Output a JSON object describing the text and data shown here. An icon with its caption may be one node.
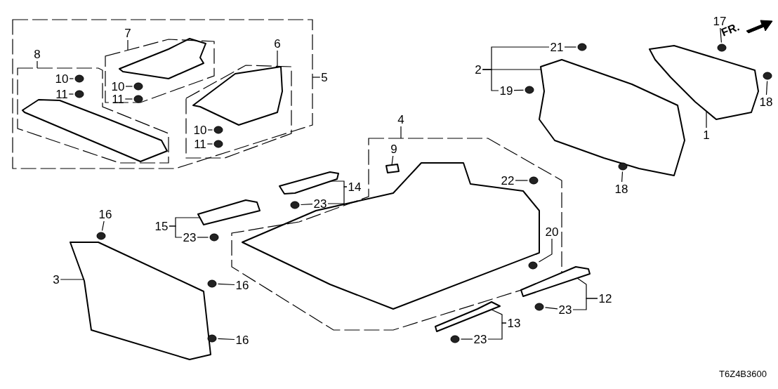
{
  "diagram": {
    "nodes": [
      {
        "text": [],
        "shape": "box"
      },
      {
        "text": [
          "8"
        ],
        "in": 0
      },
      {
        "text": [],
        "shape": "box",
        "in": 0
      },
      {
        "text": [
          "10"
        ],
        "in": 2
      },
      {
        "text": [],
        "shape": "circle",
        "in": 2
      },
      {
        "text": [
          "11"
        ],
        "in": 2
      },
      {
        "text": [],
        "shape": "circle",
        "in": 2
      },
      {
        "text": [
          "7"
        ],
        "in": 0
      },
      {
        "text": [],
        "shape": "box",
        "in": 0
      },
      {
        "text": [
          "10"
        ],
        "in": 8
      },
      {
        "text": [],
        "shape": "circle",
        "in": 8
      },
      {
        "text": [
          "11"
        ],
        "in": 8
      },
      {
        "text": [],
        "shape": "circle",
        "in": 8
      },
      {
        "text": [
          "6"
        ],
        "in": 0
      },
      {
        "text": [],
        "shape": "box",
        "in": 0
      },
      {
        "text": [
          "10"
        ],
        "in": 14
      },
      {
        "text": [],
        "shape": "circle",
        "in": 14
      },
      {
        "text": [
          "11"
        ],
        "in": 14
      },
      {
        "text": [],
        "shape": "circle",
        "in": 14
      },
      {
        "text": [
          "5"
        ]
      },
      {
        "text": [
          "21"
        ]
      },
      {
        "text": [],
        "shape": "circle"
      },
      {
        "text": [
          "2"
        ]
      },
      {
        "text": [],
        "shape": "picture"
      },
      {
        "text": [
          "19"
        ]
      },
      {
        "text": [],
        "shape": "circle"
      },
      {
        "text": [
          "17"
        ]
      },
      {
        "text": [],
        "shape": "circle"
      },
      {
        "text": [],
        "shape": "picture"
      },
      {
        "text": [
          "18"
        ]
      },
      {
        "text": [],
        "shape": "circle"
      },
      {
        "text": [
          "1"
        ]
      },
      {
        "text": [],
        "shape": "circle"
      },
      {
        "text": [
          "18"
        ]
      },
      {
        "text": [
          "4"
        ]
      },
      {
        "text": [],
        "shape": "box"
      },
      {
        "text": [
          "9"
        ],
        "in": 35
      },
      {
        "text": [],
        "shape": "box",
        "in": 35
      },
      {
        "text": [
          "22"
        ],
        "in": 35
      },
      {
        "text": [],
        "shape": "circle",
        "in": 35
      },
      {
        "text": [
          "20"
        ],
        "in": 35
      },
      {
        "text": [],
        "shape": "circle",
        "in": 35
      },
      {
        "text": [],
        "shape": "picture"
      },
      {
        "text": [
          "14"
        ]
      },
      {
        "text": [],
        "shape": "circle"
      },
      {
        "text": [
          "23"
        ]
      },
      {
        "text": [],
        "shape": "picture"
      },
      {
        "text": [
          "15"
        ]
      },
      {
        "text": [
          "23"
        ]
      },
      {
        "text": [],
        "shape": "circle"
      },
      {
        "text": [
          "16"
        ]
      },
      {
        "text": [],
        "shape": "circle"
      },
      {
        "text": [
          "3"
        ]
      },
      {
        "text": [],
        "shape": "picture"
      },
      {
        "text": [],
        "shape": "circle"
      },
      {
        "text": [
          "16"
        ]
      },
      {
        "text": [],
        "shape": "picture"
      },
      {
        "text": [
          "12"
        ]
      },
      {
        "text": [],
        "shape": "circle"
      },
      {
        "text": [
          "23"
        ]
      },
      {
        "text": [],
        "shape": "picture"
      },
      {
        "text": [
          "13"
        ]
      },
      {
        "text": [],
        "shape": "circle"
      },
      {
        "text": [
          "23"
        ]
      },
      {
        "text": [],
        "shape": "circle"
      },
      {
        "text": [
          "16"
        ]
      }
    ],
    "edges": [
      {
        "from": 1,
        "to": 2,
        "arrow": "none"
      },
      {
        "from": 3,
        "to": 4,
        "arrow": "none"
      },
      {
        "from": 5,
        "to": 6,
        "arrow": "none"
      },
      {
        "from": 7,
        "to": 8,
        "arrow": "none"
      },
      {
        "from": 9,
        "to": 10,
        "arrow": "none"
      },
      {
        "from": 11,
        "to": 12,
        "arrow": "none"
      },
      {
        "from": 13,
        "to": 14,
        "arrow": "none"
      },
      {
        "from": 15,
        "to": 16,
        "arrow": "none"
      },
      {
        "from": 17,
        "to": 18,
        "arrow": "none"
      },
      {
        "from": 19,
        "to": 0,
        "arrow": "none"
      },
      {
        "from": 20,
        "to": 21,
        "arrow": "none"
      },
      {
        "from": 22,
        "to": 23,
        "arrow": "none"
      },
      {
        "from": 22,
        "to": 20,
        "arrow": "none"
      },
      {
        "from": 22,
        "to": 24,
        "arrow": "none"
      },
      {
        "from": 24,
        "to": 25,
        "arrow": "none"
      },
      {
        "from": 26,
        "to": 27,
        "arrow": "none"
      },
      {
        "from": 31,
        "to": 28,
        "arrow": "none"
      },
      {
        "from": 29,
        "to": 30,
        "arrow": "none"
      },
      {
        "from": 33,
        "to": 32,
        "arrow": "none"
      },
      {
        "from": 34,
        "to": 35,
        "arrow": "none"
      },
      {
        "from": 36,
        "to": 37,
        "arrow": "none"
      },
      {
        "from": 38,
        "to": 39,
        "arrow": "none"
      },
      {
        "from": 40,
        "to": 41,
        "arrow": "none"
      },
      {
        "from": 43,
        "to": 42,
        "arrow": "none"
      },
      {
        "from": 43,
        "to": 45,
        "arrow": "none"
      },
      {
        "from": 45,
        "to": 44,
        "arrow": "none"
      },
      {
        "from": 47,
        "to": 46,
        "arrow": "none"
      },
      {
        "from": 47,
        "to": 48,
        "arrow": "none"
      },
      {
        "from": 48,
        "to": 49,
        "arrow": "none"
      },
      {
        "from": 50,
        "to": 51,
        "arrow": "none"
      },
      {
        "from": 52,
        "to": 53,
        "arrow": "none"
      },
      {
        "from": 55,
        "to": 54,
        "arrow": "none"
      },
      {
        "from": 57,
        "to": 56,
        "arrow": "none"
      },
      {
        "from": 57,
        "to": 59,
        "arrow": "none"
      },
      {
        "from": 59,
        "to": 58,
        "arrow": "none"
      },
      {
        "from": 61,
        "to": 60,
        "arrow": "none"
      },
      {
        "from": 61,
        "to": 63,
        "arrow": "none"
      },
      {
        "from": 63,
        "to": 62,
        "arrow": "none"
      },
      {
        "from": 65,
        "to": 64,
        "arrow": "none"
      }
    ],
    "labels": [
      "FR.",
      "T6Z4B3600"
    ]
  }
}
